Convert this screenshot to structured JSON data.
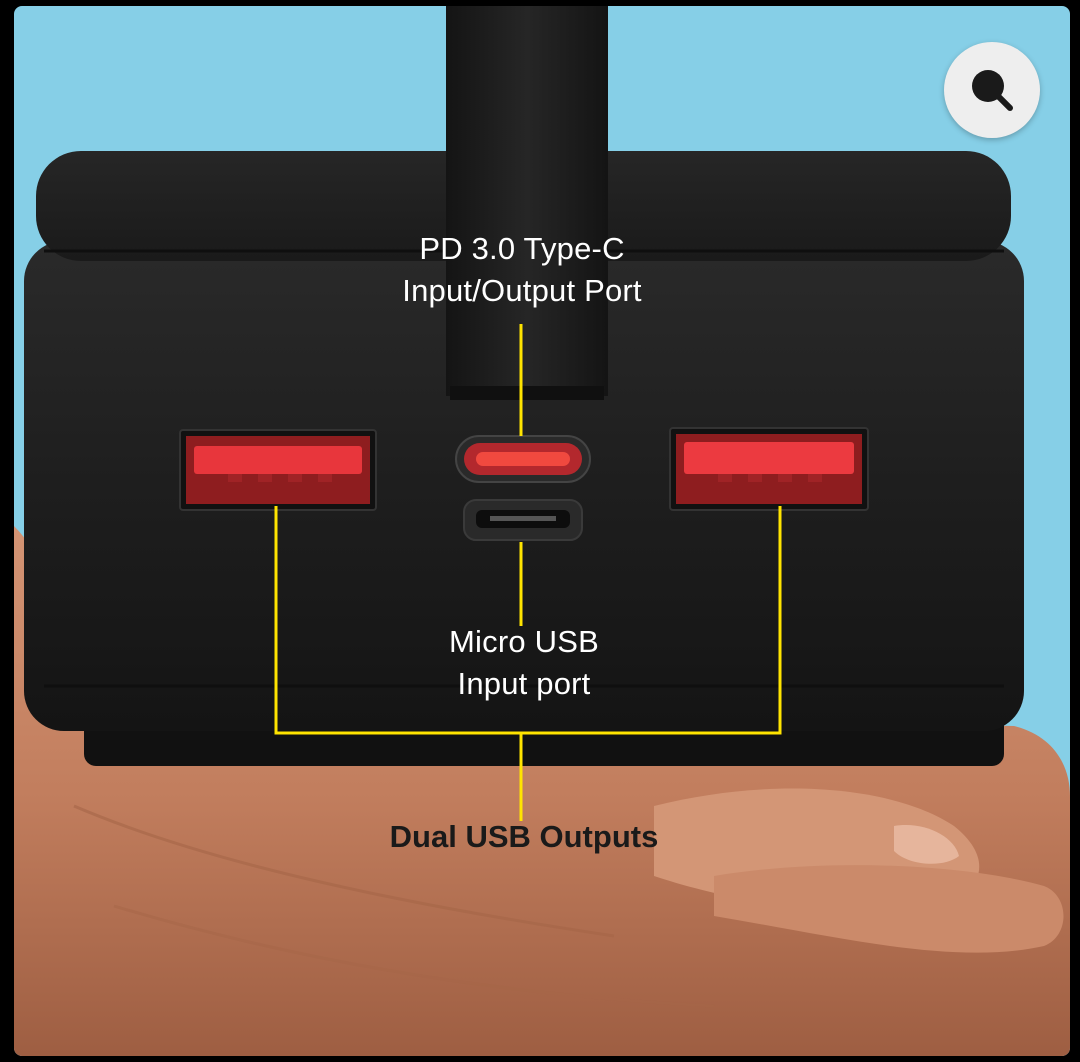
{
  "viewer": {
    "zoom_icon": "magnifier-icon",
    "colors": {
      "background": "#86cfe7",
      "device": "#1c1c1c",
      "port_red": "#e8363c",
      "callout_line": "#ffe400",
      "skin": "#c98565"
    }
  },
  "callouts": {
    "type_c_line1": "PD 3.0 Type-C",
    "type_c_line2": "Input/Output Port",
    "micro_usb_line1": "Micro USB",
    "micro_usb_line2": "Input port",
    "dual_usb": "Dual USB Outputs"
  }
}
